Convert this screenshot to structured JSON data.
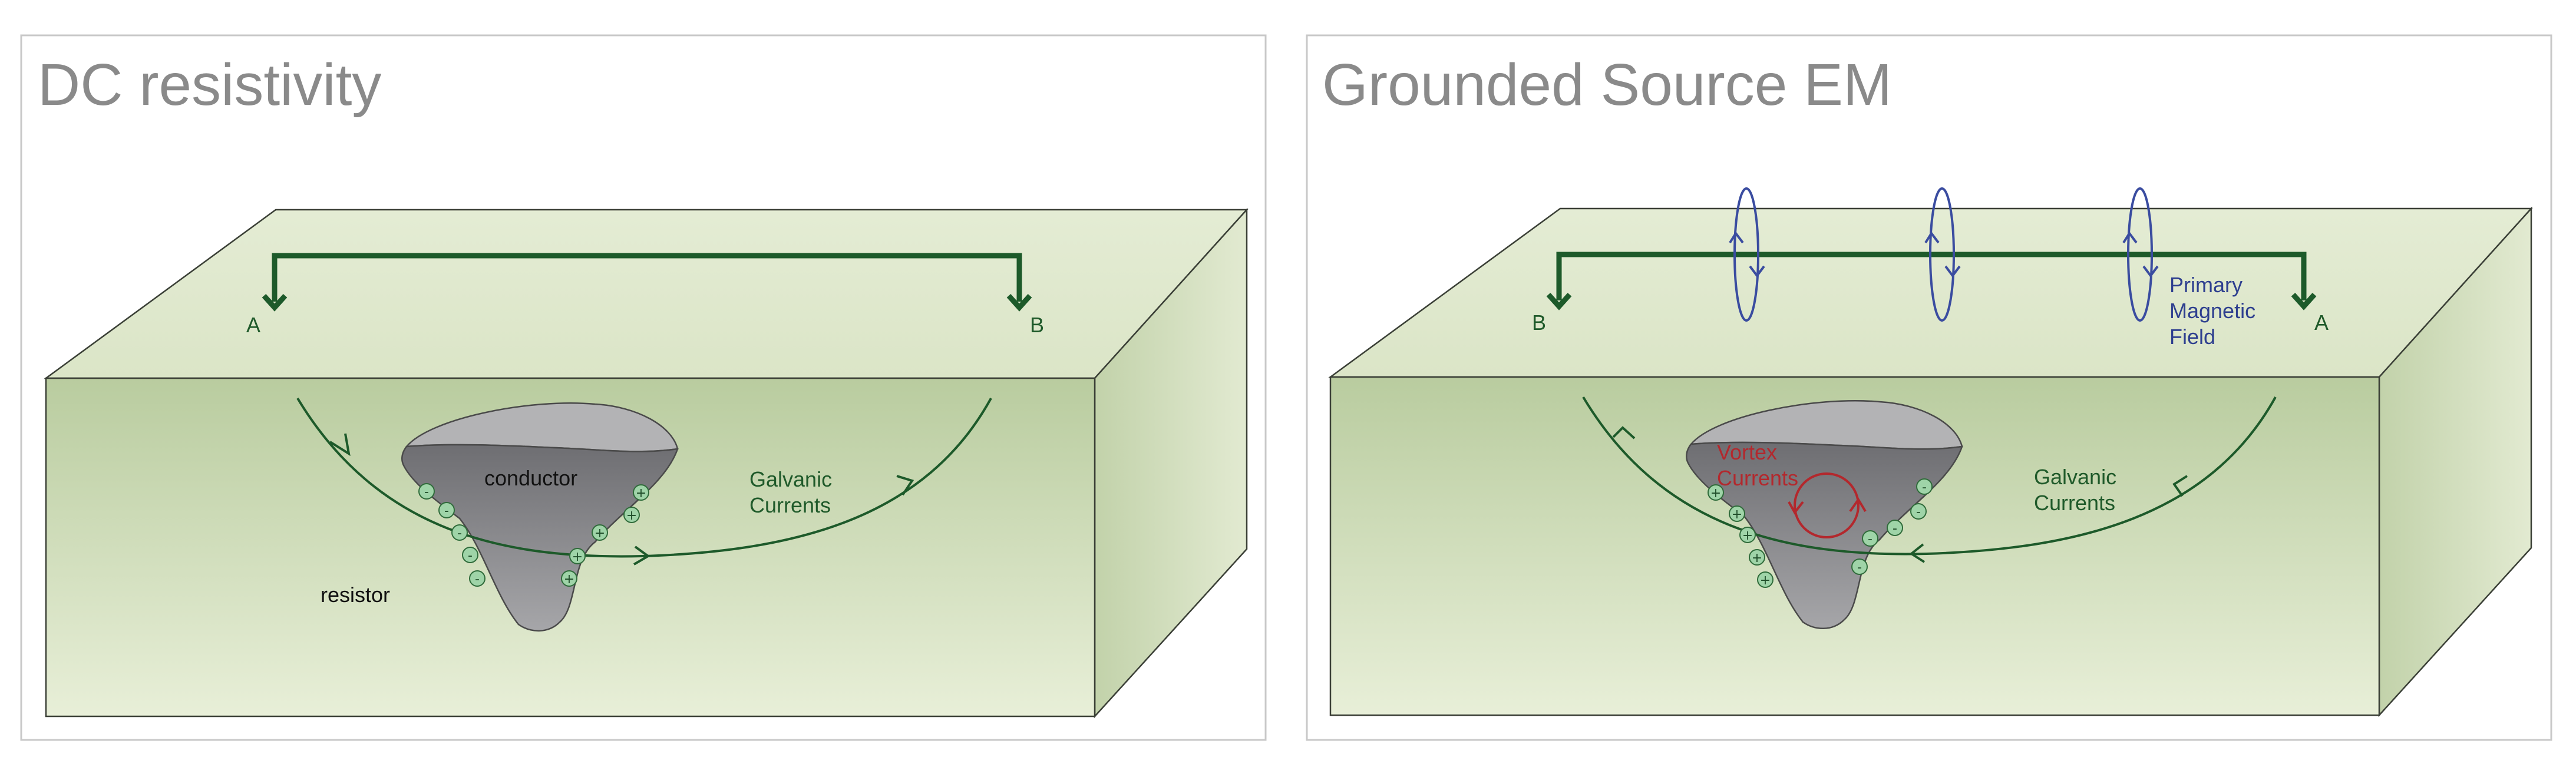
{
  "panels": [
    {
      "title": "DC resistivity",
      "electrode_left": "A",
      "electrode_right": "B",
      "labels": {
        "conductor": "conductor",
        "resistor": "resistor",
        "galvanic_line1": "Galvanic",
        "galvanic_line2": "Currents"
      },
      "charges": [
        "-",
        "-",
        "-",
        "-",
        "-",
        "+",
        "+",
        "+",
        "+",
        "+"
      ]
    },
    {
      "title": "Grounded Source EM",
      "electrode_left": "B",
      "electrode_right": "A",
      "labels": {
        "vortex_line1": "Vortex",
        "vortex_line2": "Currents",
        "primary_line1": "Primary",
        "primary_line2": "Magnetic",
        "primary_line3": "Field",
        "galvanic_line1": "Galvanic",
        "galvanic_line2": "Currents"
      },
      "charges": [
        "+",
        "+",
        "+",
        "+",
        "+",
        "-",
        "-",
        "-",
        "-",
        "-"
      ]
    }
  ],
  "colors": {
    "wire": "#1d5a2a",
    "magnetic_field": "#3a4ca0",
    "vortex": "#b3282d",
    "earth_top": "#dfe8cd",
    "earth_front": "#c7d6b0",
    "earth_side": "#c4d2ae",
    "body_dark": "#87878a",
    "body_light": "#b5b5b7"
  }
}
